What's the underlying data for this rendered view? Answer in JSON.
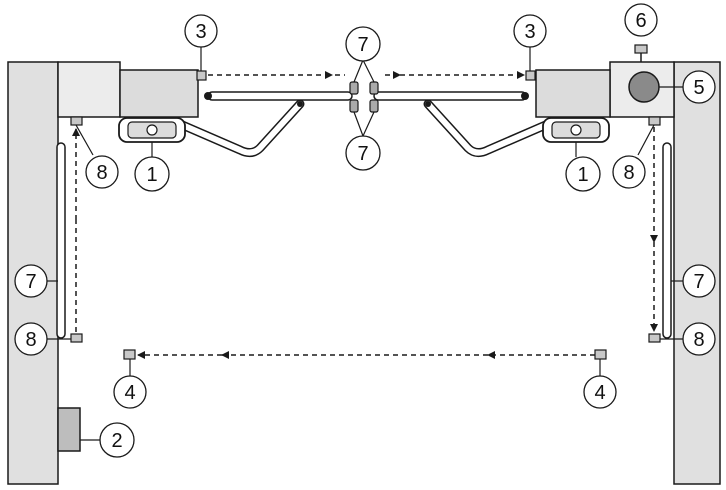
{
  "colors": {
    "pillar_fill": "#e0e0e0",
    "post_fill": "#ececec",
    "motor_fill": "#dcdcdc",
    "outline": "#1a1a1a",
    "lamp_fill": "#8a8a8a",
    "sensor_fill": "#c8c8c8",
    "background": "#ffffff"
  },
  "icons": {
    "left_gear_motor": "gear-motor-icon",
    "right_gear_motor": "gear-motor-icon",
    "flashing_lamp": "flashing-lamp-icon",
    "antenna": "antenna-icon",
    "key_selector": "key-selector-icon"
  },
  "callouts": {
    "left_motor": "1",
    "right_motor": "1",
    "key_selector": "2",
    "photocell_top_left": "3",
    "photocell_top_right": "3",
    "photocell_bottom_left": "4",
    "photocell_bottom_right": "4",
    "lamp": "5",
    "antenna": "6",
    "edge_top_upper": "7",
    "edge_top_lower": "7",
    "edge_left": "7",
    "edge_right": "7",
    "post_left_top": "8",
    "post_left_bottom": "8",
    "post_right_top": "8",
    "post_right_bottom": "8"
  }
}
